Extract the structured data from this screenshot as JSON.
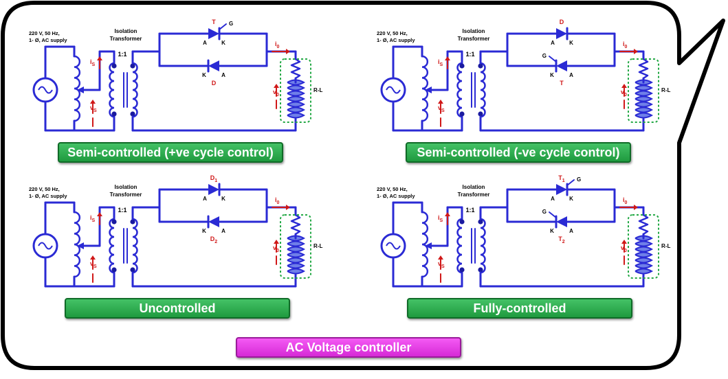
{
  "colors": {
    "wire": "#2a2ad4",
    "label": "#d01818",
    "node": "#1a1aa0",
    "highlight": "#22a844",
    "buttonText": "#ffffff",
    "mainButton": "#e040e0"
  },
  "panels": [
    {
      "id": "p1",
      "supply_lines": [
        "220 V, 50 Hz,",
        "1- Ø, AC supply"
      ],
      "transformer_lines": [
        "Isolation",
        "Transformer"
      ],
      "ratio": "1:1",
      "is": "iS",
      "vs": "vS",
      "io": "i0",
      "vo": "v0",
      "load": "R-L",
      "top": {
        "name": "T",
        "a": "A",
        "k": "K",
        "gate": "G",
        "gate_pos": "right",
        "thyristor": true
      },
      "bottom": {
        "name": "D",
        "a": "A",
        "k": "K",
        "gate": "",
        "gate_pos": "",
        "thyristor": false
      },
      "caption": "Semi-controlled (+ve cycle control)"
    },
    {
      "id": "p2",
      "supply_lines": [
        "220 V, 50 Hz,",
        "1- Ø, AC supply"
      ],
      "transformer_lines": [
        "Isolation",
        "Transformer"
      ],
      "ratio": "1:1",
      "is": "iS",
      "vs": "vS",
      "io": "i0",
      "vo": "v0",
      "load": "R-L",
      "top": {
        "name": "D",
        "a": "A",
        "k": "K",
        "gate": "",
        "gate_pos": "",
        "thyristor": false
      },
      "bottom": {
        "name": "T",
        "a": "A",
        "k": "K",
        "gate": "G",
        "gate_pos": "left",
        "thyristor": true
      },
      "caption": "Semi-controlled (-ve cycle control)"
    },
    {
      "id": "p3",
      "supply_lines": [
        "220 V, 50 Hz,",
        "1- Ø, AC supply"
      ],
      "transformer_lines": [
        "Isolation",
        "Transformer"
      ],
      "ratio": "1:1",
      "is": "iS",
      "vs": "vS",
      "io": "i0",
      "vo": "v0",
      "load": "R-L",
      "top": {
        "name": "D1",
        "a": "A",
        "k": "K",
        "gate": "",
        "gate_pos": "",
        "thyristor": false
      },
      "bottom": {
        "name": "D2",
        "a": "A",
        "k": "K",
        "gate": "",
        "gate_pos": "",
        "thyristor": false
      },
      "caption": "Uncontrolled"
    },
    {
      "id": "p4",
      "supply_lines": [
        "220 V, 50 Hz,",
        "1- Ø, AC supply"
      ],
      "transformer_lines": [
        "Isolation",
        "Transformer"
      ],
      "ratio": "1:1",
      "is": "iS",
      "vs": "vS",
      "io": "i0",
      "vo": "v0",
      "load": "R-L",
      "top": {
        "name": "T1",
        "a": "A",
        "k": "K",
        "gate": "G",
        "gate_pos": "right",
        "thyristor": true
      },
      "bottom": {
        "name": "T2",
        "a": "A",
        "k": "K",
        "gate": "G",
        "gate_pos": "left",
        "thyristor": true
      },
      "caption": "Fully-controlled"
    }
  ],
  "main_label": "AC Voltage controller"
}
